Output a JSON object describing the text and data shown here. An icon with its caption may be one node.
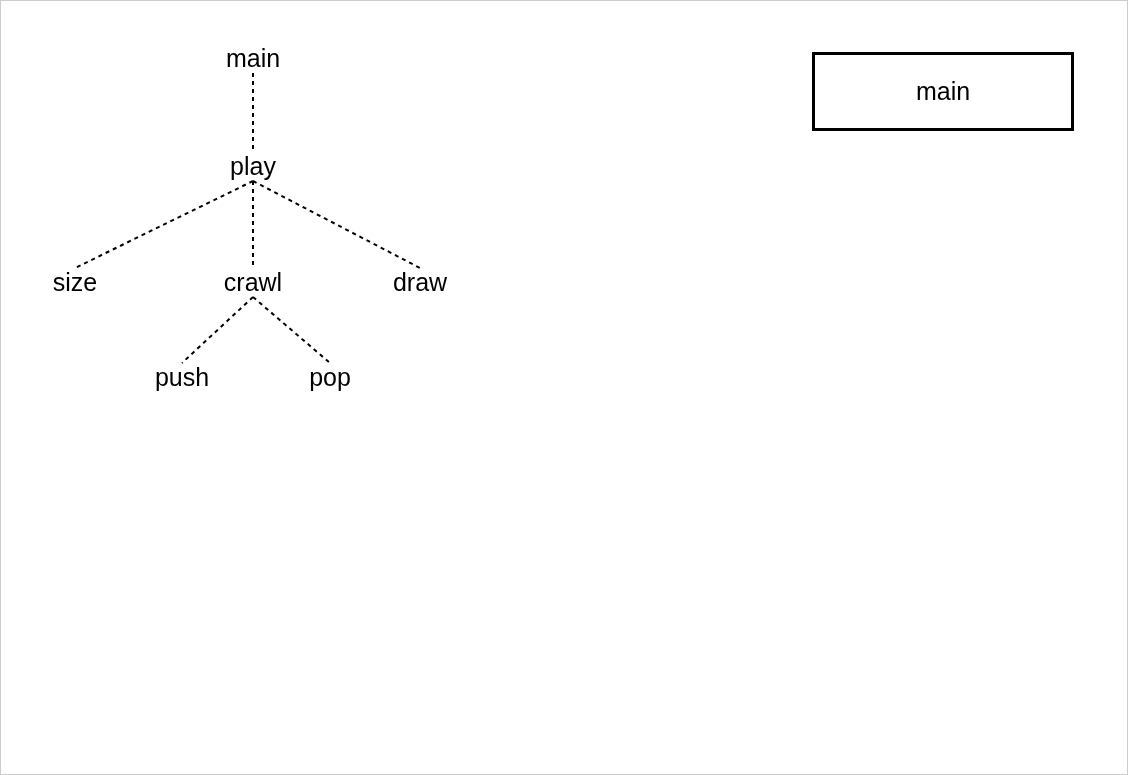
{
  "diagram": {
    "nodes": [
      {
        "text": [
          "main"
        ]
      },
      {
        "text": [
          "play"
        ]
      },
      {
        "text": [
          "size"
        ]
      },
      {
        "text": [
          "crawl"
        ]
      },
      {
        "text": [
          "draw"
        ]
      },
      {
        "text": [
          "push"
        ]
      },
      {
        "text": [
          "pop"
        ]
      },
      {
        "text": [
          "main"
        ]
      }
    ],
    "edges": [
      {
        "from": 0,
        "to": 1,
        "arrow": "none",
        "style": "dashed"
      },
      {
        "from": 1,
        "to": 2,
        "arrow": "none",
        "style": "dashed"
      },
      {
        "from": 1,
        "to": 3,
        "arrow": "none",
        "style": "dashed"
      },
      {
        "from": 1,
        "to": 4,
        "arrow": "none",
        "style": "dashed"
      },
      {
        "from": 3,
        "to": 5,
        "arrow": "none",
        "style": "dashed"
      },
      {
        "from": 3,
        "to": 6,
        "arrow": "none",
        "style": "dashed"
      }
    ]
  }
}
